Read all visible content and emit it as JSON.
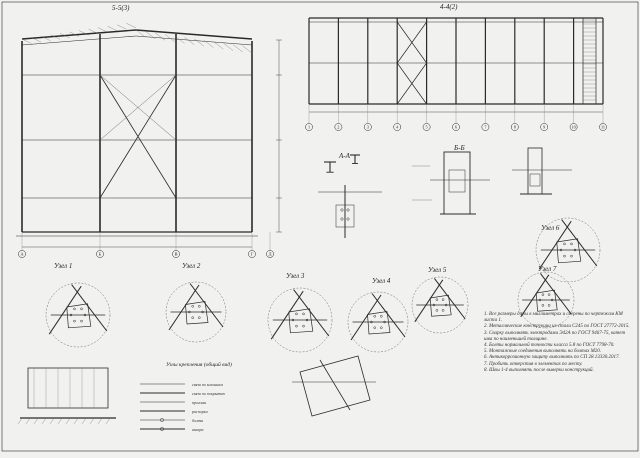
{
  "drawing": {
    "colors": {
      "paper": "#f1f1ef",
      "ink": "#2a2a2a",
      "faint": "#6b6b6b"
    },
    "views": {
      "front_title": "5-5(3)",
      "side_title": "4-4(2)",
      "section_a": "А-А",
      "section_b": "Б-Б"
    },
    "front_axes": [
      "А",
      "Б",
      "В",
      "Г",
      "Д"
    ],
    "side_axes": [
      "1",
      "2",
      "3",
      "4",
      "5",
      "6",
      "7",
      "8",
      "9",
      "10",
      "11"
    ],
    "node_labels": [
      "Узел 1",
      "Узел 2",
      "Узел 3",
      "Узел 4",
      "Узел 5",
      "Узел 6",
      "Узел 7"
    ],
    "bottom_caption": "Узлы крепления (общий вид)",
    "notes": [
      "1. Все размеры даны в миллиметрах и сверены по чертежам КМ листа 1.",
      "2. Металлические конструкции из стали С245 по ГОСТ 27772-2015.",
      "3. Сварку выполнять электродами Э42А по ГОСТ 9467-75, катет шва по наименьшей толщине.",
      "4. Болты нормальной точности класса 5.8 по ГОСТ 7798-70.",
      "5. Монтажные соединения выполнять на болтах М20.",
      "6. Антикоррозионную защиту выполнить по СП 28.13330.2017.",
      "7. Пробить отверстия в элементах по месту.",
      "8. Швы 1-4 выполнять после выверки конструкций."
    ],
    "legend": [
      "связи по колоннам",
      "связи по покрытию",
      "прогоны",
      "распорки",
      "болты",
      "анкера"
    ]
  }
}
